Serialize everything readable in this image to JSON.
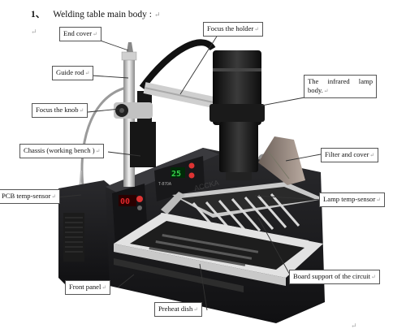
{
  "document": {
    "section_number": "1、",
    "section_title": "Welding table main body :",
    "paragraph_mark": "↵"
  },
  "callouts": {
    "end_cover": "End cover",
    "guide_rod": "Guide rod",
    "focus_knob": "Focus the knob",
    "chassis": "Chassis (working bench )",
    "pcb_temp_sensor": "PCB temp-sensor",
    "front_panel": "Front panel",
    "preheat_dish": "Preheat dish",
    "focus_holder": "Focus the holder",
    "infrared_lamp_body": "The infrared lamp body.",
    "filter_cover": "Filter and cover",
    "lamp_temp_sensor": "Lamp temp-sensor",
    "board_support": "Board support of the circuit"
  },
  "device": {
    "left_display": "00",
    "right_display": "25",
    "brand": "ACCKA",
    "model": "T-870A",
    "colors": {
      "body": "#1c1c1e",
      "display_red": "#e0262a",
      "display_green": "#37d04a",
      "frame": "#d9d9d9"
    }
  }
}
